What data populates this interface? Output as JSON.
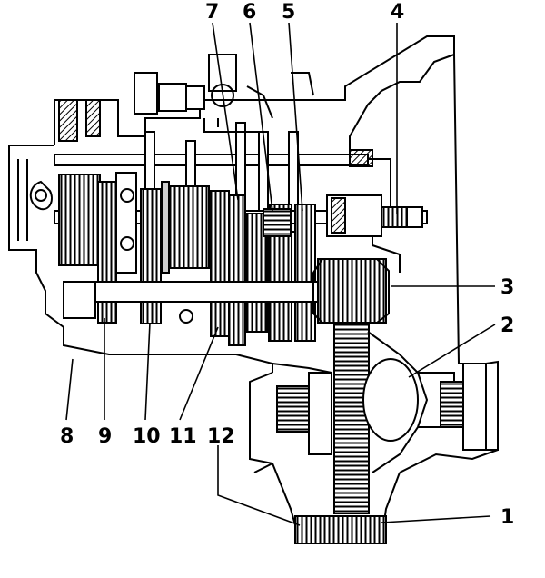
{
  "diagram": {
    "callouts": [
      "1",
      "2",
      "3",
      "4",
      "5",
      "6",
      "7",
      "8",
      "9",
      "10",
      "11",
      "12"
    ]
  },
  "colors": {
    "line": "#000000",
    "background": "#ffffff",
    "shading": "#cfcfcf"
  }
}
